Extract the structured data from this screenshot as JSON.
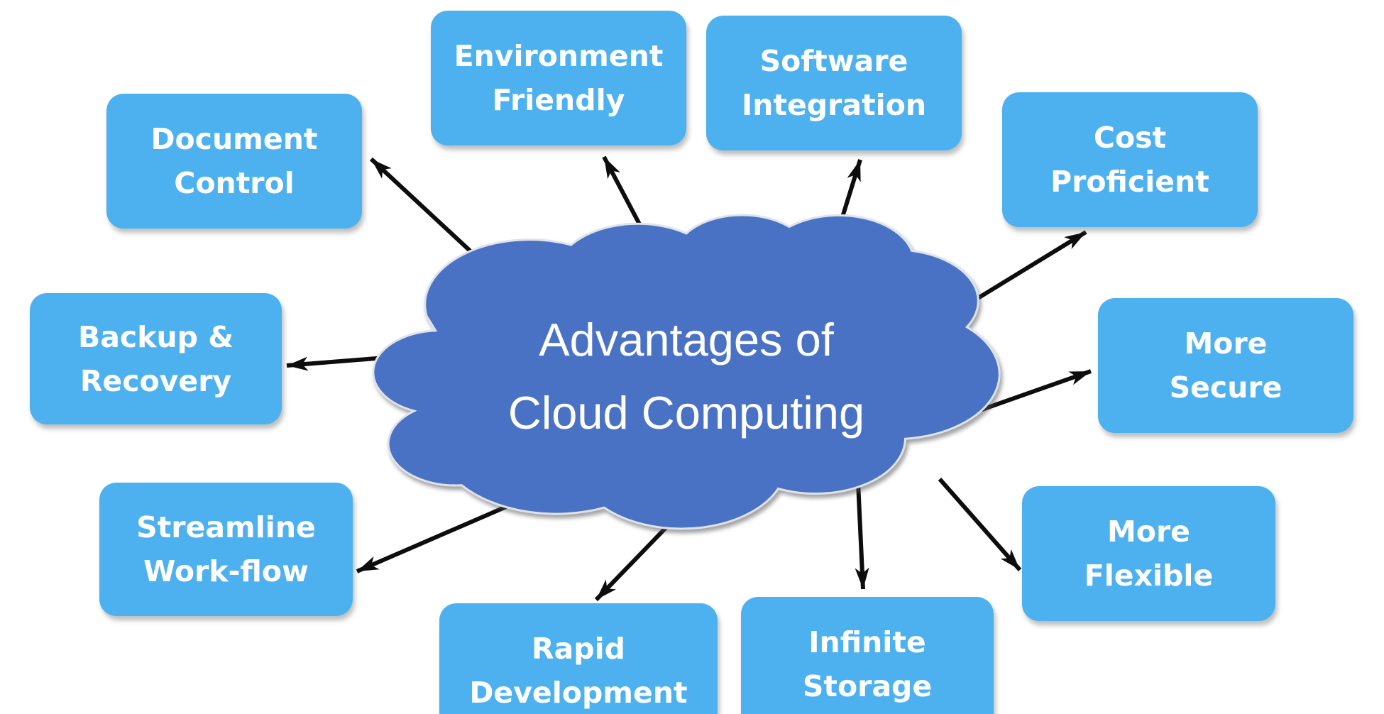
{
  "diagram": {
    "title": "Advantages of Cloud Computing",
    "center": {
      "line1": "Advantages of",
      "line2": "Cloud Computing"
    },
    "nodes": [
      {
        "id": "document-control",
        "line1": "Document",
        "line2": "Control"
      },
      {
        "id": "environment-friendly",
        "line1": "Environment",
        "line2": "Friendly"
      },
      {
        "id": "software-integration",
        "line1": "Software",
        "line2": "Integration"
      },
      {
        "id": "cost-proficient",
        "line1": "Cost",
        "line2": "Proficient"
      },
      {
        "id": "more-secure",
        "line1": "More",
        "line2": "Secure"
      },
      {
        "id": "more-flexible",
        "line1": "More",
        "line2": "Flexible"
      },
      {
        "id": "infinite-storage",
        "line1": "Infinite",
        "line2": "Storage"
      },
      {
        "id": "rapid-development",
        "line1": "Rapid",
        "line2": "Development"
      },
      {
        "id": "streamline-workflow",
        "line1": "Streamline",
        "line2": "Work-flow"
      },
      {
        "id": "backup-recovery",
        "line1": "Backup &",
        "line2": "Recovery"
      }
    ]
  },
  "colors": {
    "background": "#ffffff",
    "cloud_fill": "#4a72c4",
    "cloud_outline": "#dfe3ec",
    "node_fill": "#4db1f0",
    "node_text": "#ffffff",
    "cloud_text": "#ffffff",
    "arrow": "#0d0d0d"
  }
}
